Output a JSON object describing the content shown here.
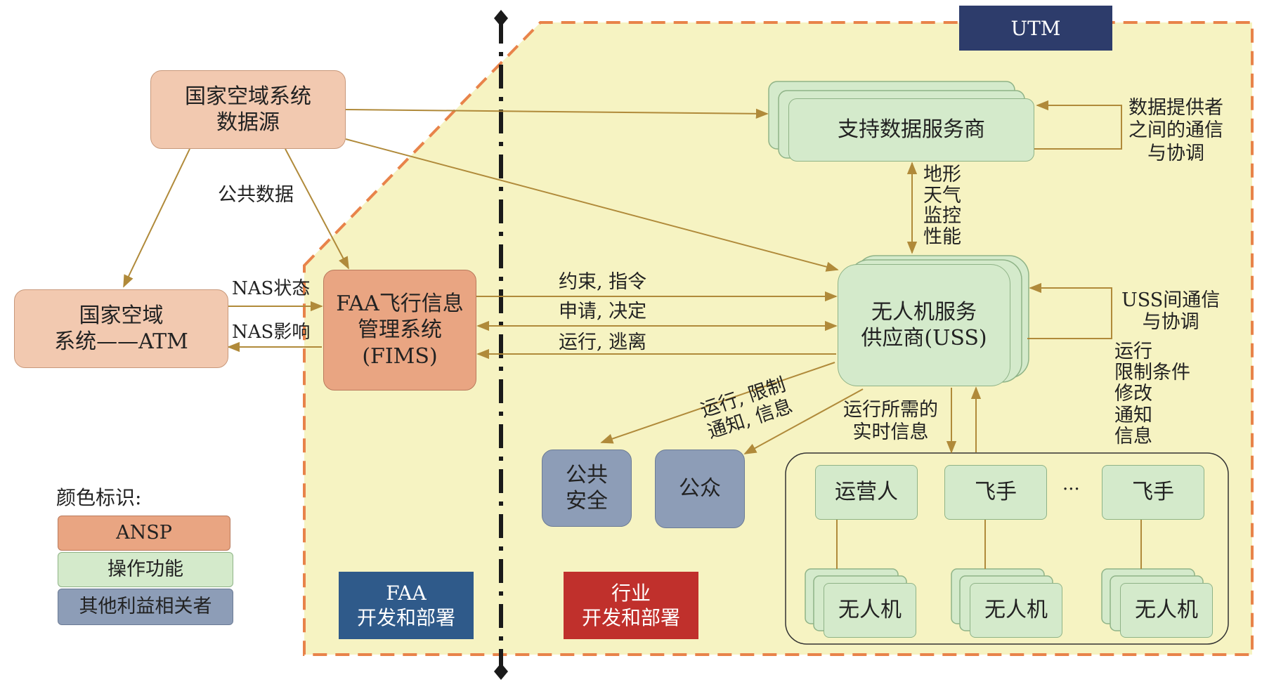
{
  "utm_label": "UTM",
  "nodes": {
    "nas_data": "国家空域系统\n数据源",
    "nas_atm": "国家空域\n系统——ATM",
    "fims": "FAA飞行信息\n管理系统\n(FIMS)",
    "sds": "支持数据服务商",
    "uss": "无人机服务\n供应商(USS)",
    "public_safety": "公共\n安全",
    "public": "公众",
    "operator": "运营人",
    "pilot1": "飞手",
    "ellipsis": "···",
    "pilot2": "飞手",
    "drone1": "无人机",
    "drone2": "无人机",
    "drone3": "无人机"
  },
  "edge_labels": {
    "public_data": "公共数据",
    "nas_state": "NAS状态",
    "nas_impact": "NAS影响",
    "constraints": "约束, 指令",
    "request": "申请, 决定",
    "operation": "运行, 逃离",
    "sds_info": "地形\n天气\n监控\n性能",
    "provider_comm": "数据提供者\n之间的通信\n与协调",
    "uss_comm": "USS间通信\n与协调",
    "uss_ops": "运行\n限制条件\n修改\n通知\n信息",
    "ops_limit": "运行, 限制\n通知, 信息",
    "realtime": "运行所需的\n实时信息"
  },
  "legend": {
    "title": "颜色标识:",
    "items": [
      {
        "label": "ANSP",
        "color": "#e9a582"
      },
      {
        "label": "操作功能",
        "color": "#d4eacb"
      },
      {
        "label": "其他利益相关者",
        "color": "#8d9db7"
      }
    ]
  },
  "zones": {
    "faa": "FAA\n开发和部署",
    "industry": "行业\n开发和部署"
  },
  "colors": {
    "utm_fill": "#f6f3c2",
    "utm_border": "#e8834a",
    "arrow": "#b08a3a",
    "utm_header": "#2d3c6b",
    "faa_zone": "#2f5a8a",
    "industry_zone": "#c0302c"
  }
}
